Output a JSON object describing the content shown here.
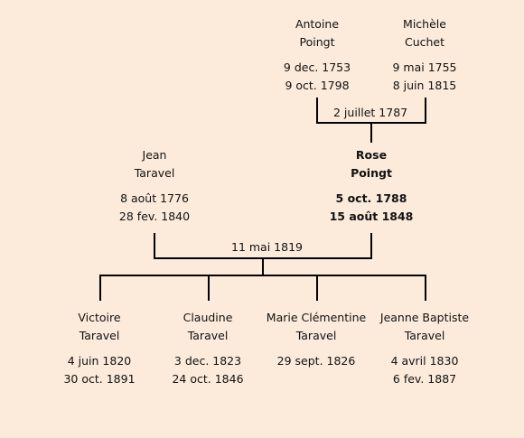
{
  "people": {
    "antoine": {
      "first": "Antoine",
      "last": "Poingt",
      "birth": "9 dec. 1753",
      "death": "9 oct. 1798"
    },
    "michele": {
      "first": "Michèle",
      "last": "Cuchet",
      "birth": "9 mai 1755",
      "death": "8 juin 1815"
    },
    "jean": {
      "first": "Jean",
      "last": "Taravel",
      "birth": "8 août 1776",
      "death": "28 fev. 1840"
    },
    "rose": {
      "first": "Rose",
      "last": "Poingt",
      "birth": "5 oct. 1788",
      "death": "15 août 1848"
    },
    "victoire": {
      "first": "Victoire",
      "last": "Taravel",
      "birth": "4 juin 1820",
      "death": "30 oct. 1891"
    },
    "claudine": {
      "first": "Claudine",
      "last": "Taravel",
      "birth": "3 dec. 1823",
      "death": "24 oct. 1846"
    },
    "marie": {
      "first": "Marie Clémentine",
      "last": "Taravel",
      "birth": "29 sept. 1826",
      "death": ""
    },
    "jeanne": {
      "first": "Jeanne Baptiste",
      "last": "Taravel",
      "birth": "4 avril 1830",
      "death": "6 fev. 1887"
    }
  },
  "marriages": {
    "parents": "2 juillet 1787",
    "couple": "11 mai 1819"
  }
}
